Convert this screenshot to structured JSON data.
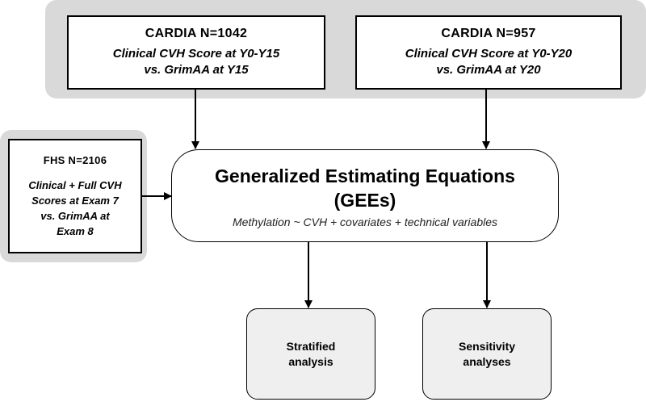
{
  "cardia_y15": {
    "header": "CARDIA N=1042",
    "line1": "Clinical CVH Score at Y0-Y15",
    "line2": "vs. GrimAA at Y15"
  },
  "cardia_y20": {
    "header": "CARDIA N=957",
    "line1": "Clinical CVH Score at Y0-Y20",
    "line2": "vs. GrimAA at Y20"
  },
  "fhs": {
    "header": "FHS N=2106",
    "line1": "Clinical + Full CVH",
    "line2": "Scores at Exam 7",
    "line3": "vs. GrimAA at",
    "line4": "Exam 8"
  },
  "gee": {
    "title_line1": "Generalized Estimating Equations",
    "title_line2": "(GEEs)",
    "formula": "Methylation ~ CVH + covariates + technical variables"
  },
  "outputs": {
    "stratified_line1": "Stratified",
    "stratified_line2": "analysis",
    "sensitivity_line1": "Sensitivity",
    "sensitivity_line2": "analyses"
  }
}
